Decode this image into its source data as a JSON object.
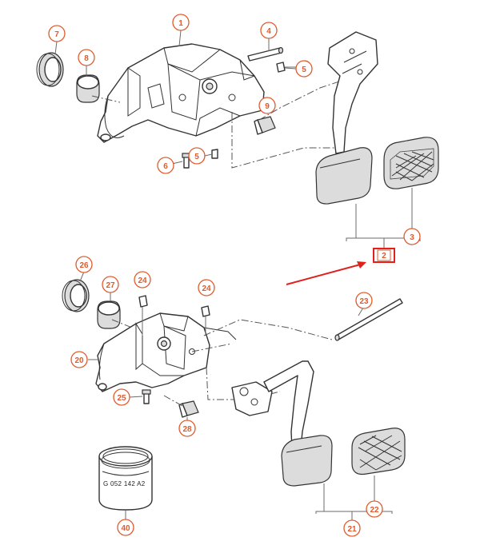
{
  "colors": {
    "callout": "#e05a2b",
    "highlight_box": "#e0201c",
    "arrow": "#e0201c",
    "line": "#333333"
  },
  "callouts": {
    "c1": "1",
    "c4": "4",
    "c5a": "5",
    "c5b": "5",
    "c6": "6",
    "c7": "7",
    "c8": "8",
    "c9": "9",
    "c3": "3",
    "c2": "2",
    "c20": "20",
    "c21": "21",
    "c22": "22",
    "c23": "23",
    "c24a": "24",
    "c24b": "24",
    "c25": "25",
    "c26": "26",
    "c27": "27",
    "c28": "28",
    "c40": "40"
  },
  "part_labels": {
    "grease_can": "G 052 142 A2"
  }
}
